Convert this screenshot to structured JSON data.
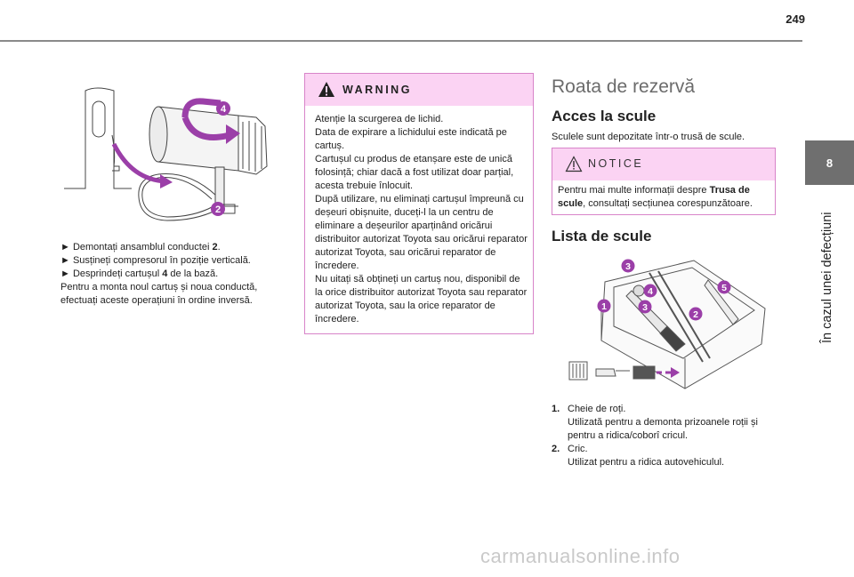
{
  "page": {
    "number": "249"
  },
  "side": {
    "tab_number": "8",
    "section_title": "În cazul unei defecțiuni"
  },
  "col1": {
    "figure_callouts": [
      "4",
      "2"
    ],
    "lines": [
      {
        "pre": "► Demontați ansamblul conductei ",
        "bold": "2",
        "post": "."
      },
      {
        "pre": "► Susțineți compresorul în poziție verticală.",
        "bold": "",
        "post": ""
      },
      {
        "pre": "► Desprindeți cartușul ",
        "bold": "4",
        "post": " de la bază."
      },
      {
        "pre": "Pentru a monta noul cartuș și noua conductă, efectuați aceste operațiuni în ordine inversă.",
        "bold": "",
        "post": ""
      }
    ]
  },
  "warning": {
    "title": "WARNING",
    "body": [
      "Atenție la scurgerea de lichid.",
      "Data de expirare a lichidului este indicată pe cartuș.",
      "Cartușul cu produs de etanșare este de unică folosință; chiar dacă a fost utilizat doar parțial, acesta trebuie înlocuit.",
      "După utilizare, nu eliminați cartușul împreună cu deșeuri obișnuite, duceți-l la un centru de eliminare a deșeurilor aparținând oricărui distribuitor autorizat Toyota sau oricărui reparator autorizat Toyota, sau oricărui reparator de încredere.",
      "Nu uitați să obțineți un cartuș nou, disponibil de la orice distribuitor autorizat Toyota sau reparator autorizat Toyota, sau la orice reparator de încredere."
    ]
  },
  "col3": {
    "title": "Roata de rezervă",
    "acces_heading": "Acces la scule",
    "acces_text": "Sculele sunt depozitate într-o trusă de scule.",
    "notice": {
      "title": "NOTICE",
      "pre": "Pentru mai multe informații despre ",
      "bold": "Trusa de scule",
      "post": ", consultați secțiunea corespunzătoare."
    },
    "lista_heading": "Lista de scule",
    "figure_callouts": [
      "3",
      "4",
      "5",
      "1",
      "3",
      "2"
    ],
    "items": [
      {
        "num": "1.",
        "name": "Cheie de roți.",
        "desc": "Utilizată pentru a demonta prizoanele roții și pentru a ridica/coborî cricul."
      },
      {
        "num": "2.",
        "name": "Cric.",
        "desc": "Utilizat pentru a ridica autovehiculul."
      }
    ]
  },
  "footer": {
    "watermark": "carmanualsonline.info"
  },
  "colors": {
    "accent_pink": "#fbd3f3",
    "box_border": "#d884c9",
    "callout_purple": "#9b3fa8",
    "tab_gray": "#6f6f6f"
  }
}
